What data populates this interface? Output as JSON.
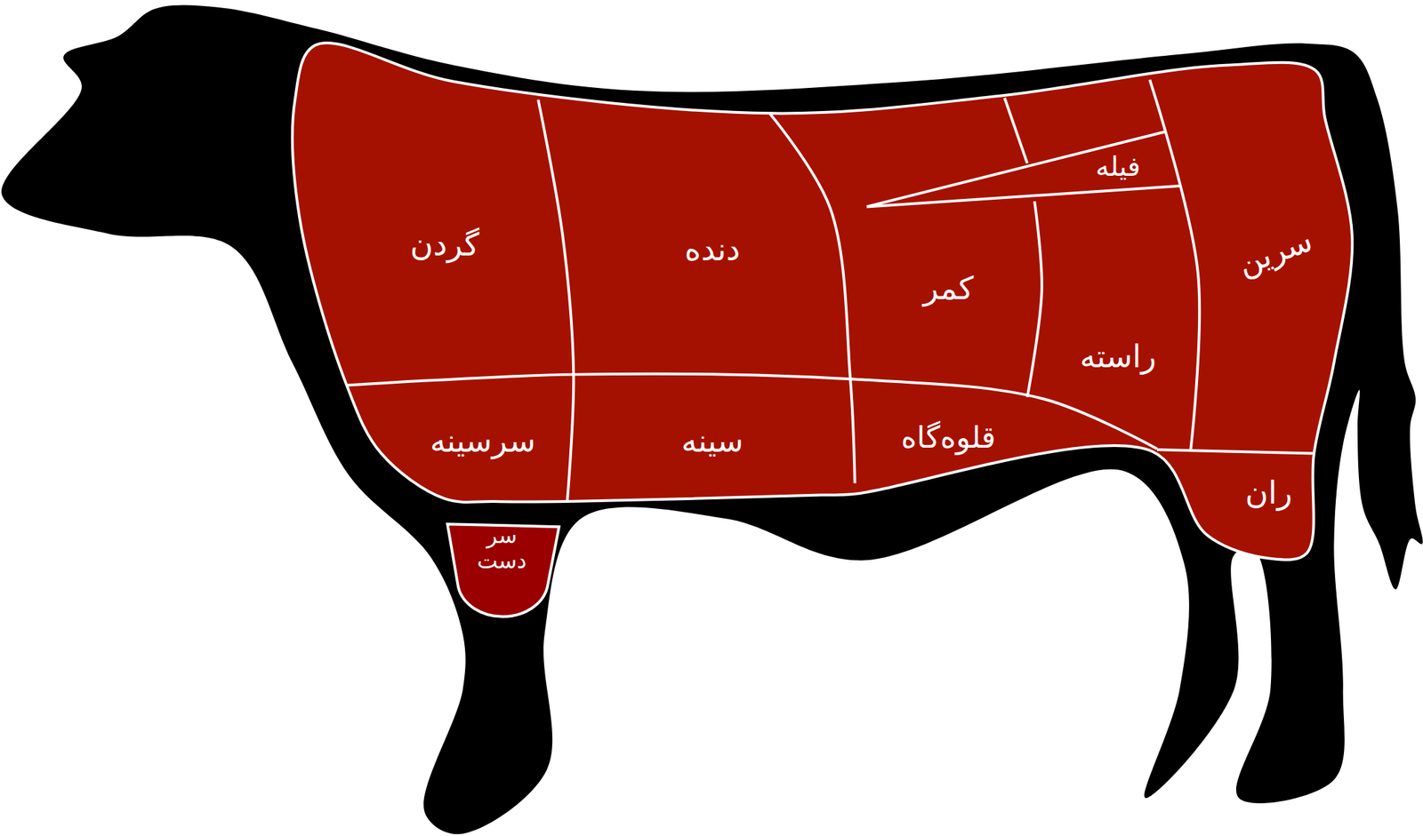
{
  "diagram": {
    "nodes": [
      {
        "text": [
          "گردن"
        ]
      },
      {
        "text": [
          "دنده"
        ]
      },
      {
        "text": [
          "کمر"
        ]
      },
      {
        "text": [
          "فیله"
        ]
      },
      {
        "text": [
          "راسته"
        ]
      },
      {
        "text": [
          "سرین"
        ]
      },
      {
        "text": [
          "سرسینه"
        ]
      },
      {
        "text": [
          "سینه"
        ]
      },
      {
        "text": [
          "قلوه‌گاه"
        ]
      },
      {
        "text": [
          "ران"
        ]
      },
      {
        "text": [
          "سر دست"
        ]
      }
    ]
  }
}
